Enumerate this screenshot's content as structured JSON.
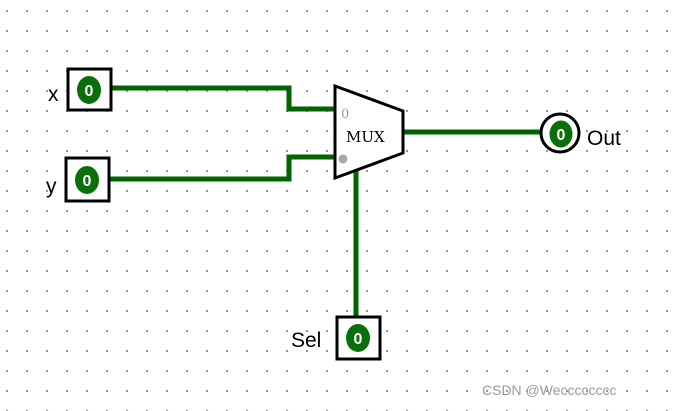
{
  "circuit": {
    "inputs": [
      {
        "label": "x",
        "value": "0"
      },
      {
        "label": "y",
        "value": "0"
      }
    ],
    "select": {
      "label": "Sel",
      "value": "0"
    },
    "mux": {
      "label": "MUX",
      "input0_marker": "0"
    },
    "output": {
      "label": "Out",
      "value": "0"
    }
  },
  "watermark": "CSDN @Wecccccccc",
  "colors": {
    "wire": "#006400",
    "value_fill": "#0a6e0a",
    "value_text": "#ffffff",
    "select_dot": "#a8a8a8",
    "grid_dot": "#8a8a8a"
  },
  "icons": {
    "input_pin": "square-pin-icon",
    "output_pin": "round-pin-icon",
    "mux": "trapezoid-mux-icon"
  }
}
